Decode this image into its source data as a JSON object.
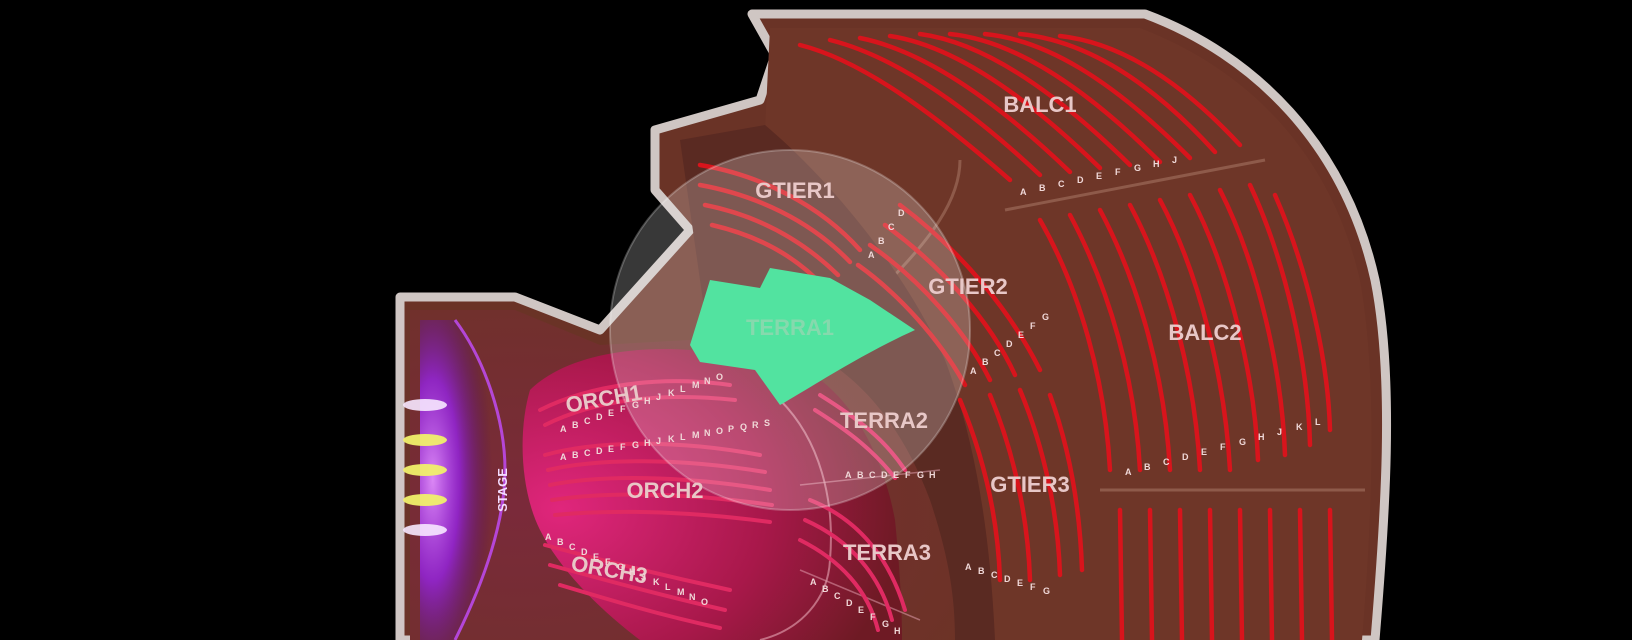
{
  "venue_map": {
    "stage_label": "STAGE",
    "sections": [
      {
        "id": "BALC1",
        "label": "BALC1",
        "rows": [
          "A",
          "B",
          "C",
          "D",
          "E",
          "F",
          "G",
          "H",
          "J"
        ],
        "selected": false
      },
      {
        "id": "BALC2",
        "label": "BALC2",
        "rows": [
          "A",
          "B",
          "C",
          "D",
          "E",
          "F",
          "G",
          "H",
          "J",
          "K",
          "L"
        ],
        "selected": false
      },
      {
        "id": "GTIER1",
        "label": "GTIER1",
        "rows": [
          "A",
          "B",
          "C",
          "D"
        ],
        "selected": false
      },
      {
        "id": "GTIER2",
        "label": "GTIER2",
        "rows": [
          "A",
          "B",
          "C",
          "D",
          "E",
          "F",
          "G"
        ],
        "selected": false
      },
      {
        "id": "GTIER3",
        "label": "GTIER3",
        "rows": [
          "A",
          "B",
          "C",
          "D",
          "E",
          "F",
          "G"
        ],
        "selected": false
      },
      {
        "id": "TERRA1",
        "label": "TERRA1",
        "rows": [],
        "selected": true
      },
      {
        "id": "TERRA2",
        "label": "TERRA2",
        "rows": [
          "A",
          "B",
          "C",
          "D",
          "E",
          "F",
          "G",
          "H"
        ],
        "selected": false
      },
      {
        "id": "TERRA3",
        "label": "TERRA3",
        "rows": [
          "A",
          "B",
          "C",
          "D",
          "E",
          "F",
          "G",
          "H"
        ],
        "selected": false
      },
      {
        "id": "ORCH1",
        "label": "ORCH1",
        "rows": [
          "A",
          "B",
          "C",
          "D",
          "E",
          "F",
          "G",
          "H",
          "J",
          "K",
          "L",
          "M",
          "N",
          "O"
        ],
        "selected": false
      },
      {
        "id": "ORCH2",
        "label": "ORCH2",
        "rows": [
          "A",
          "B",
          "C",
          "D",
          "E",
          "F",
          "G",
          "H",
          "J",
          "K",
          "L",
          "M",
          "N",
          "O",
          "P",
          "Q",
          "R",
          "S"
        ],
        "selected": false
      },
      {
        "id": "ORCH3",
        "label": "ORCH3",
        "rows": [
          "A",
          "B",
          "C",
          "D",
          "E",
          "F",
          "G",
          "H",
          "J",
          "K",
          "L",
          "M",
          "N",
          "O"
        ],
        "selected": false
      }
    ],
    "colors": {
      "background": "#000000",
      "outline": "#cfc6c3",
      "floor": "#7a3a2a",
      "seat": "#d8141c",
      "orchestra": "#c0225a",
      "selected": "#52e3a0",
      "stage_glow": "#b340ff"
    }
  }
}
